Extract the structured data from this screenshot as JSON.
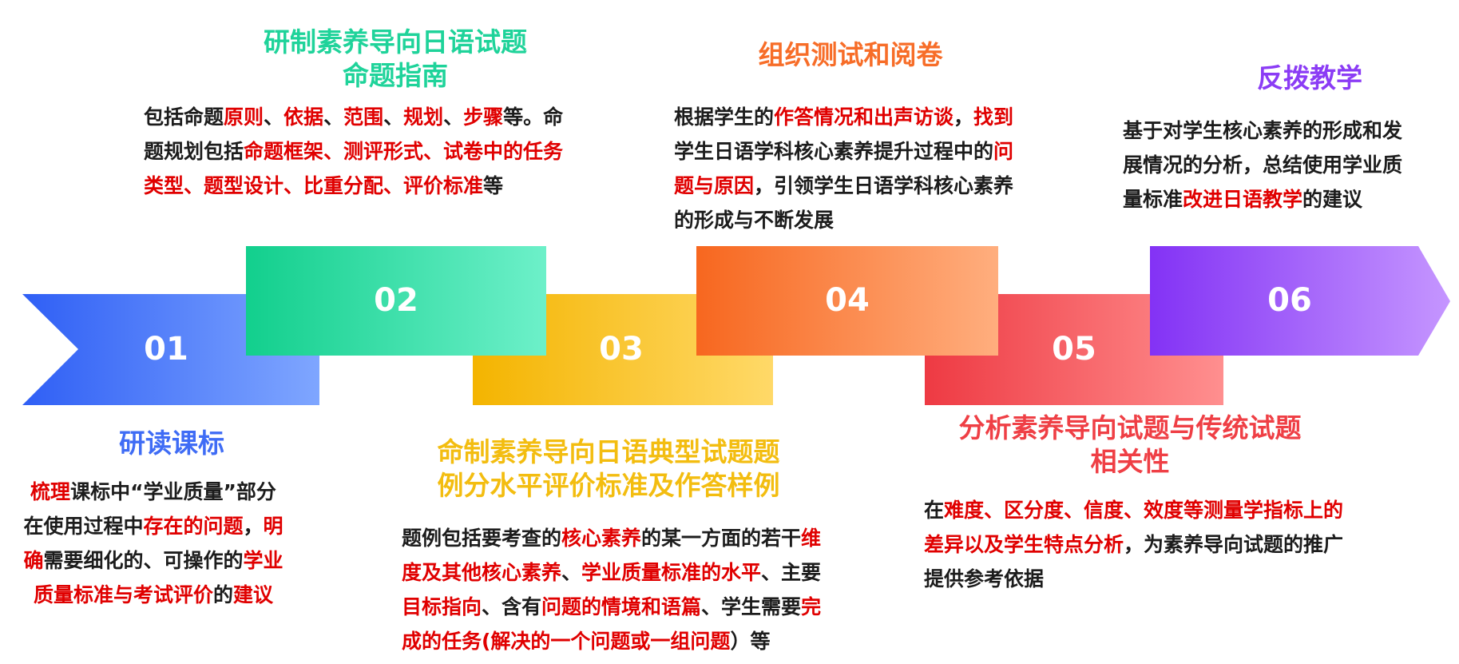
{
  "colors": {
    "step1": "#3f6cf5",
    "step2": "#1fd39a",
    "step3": "#f3bd10",
    "step4": "#f76d28",
    "step5": "#ef3f45",
    "step6": "#8b3cf5",
    "highlight": "#e00000",
    "body_text": "#1c1c1c"
  },
  "steps": [
    {
      "number": "01",
      "title_lines": [
        "研读课标"
      ],
      "desc_lines": [
        [
          {
            "t": "梳理",
            "h": true
          },
          {
            "t": "课标中“学业质量”部分",
            "h": false
          }
        ],
        [
          {
            "t": "在使用过程中",
            "h": false
          },
          {
            "t": "存在的问题",
            "h": true
          },
          {
            "t": "，",
            "h": false
          },
          {
            "t": "明",
            "h": true
          }
        ],
        [
          {
            "t": "确",
            "h": true
          },
          {
            "t": "需要细化的、可操作的",
            "h": false
          },
          {
            "t": "学业",
            "h": true
          }
        ],
        [
          {
            "t": "质量标准与考试评价",
            "h": true
          },
          {
            "t": "的",
            "h": false
          },
          {
            "t": "建议",
            "h": true
          }
        ]
      ]
    },
    {
      "number": "02",
      "title_lines": [
        "研制素养导向日语试题",
        "命题指南"
      ],
      "desc_lines": [
        [
          {
            "t": "包括命题",
            "h": false
          },
          {
            "t": "原则",
            "h": true
          },
          {
            "t": "、",
            "h": false
          },
          {
            "t": "依据",
            "h": true
          },
          {
            "t": "、",
            "h": false
          },
          {
            "t": "范围",
            "h": true
          },
          {
            "t": "、",
            "h": false
          },
          {
            "t": "规划",
            "h": true
          },
          {
            "t": "、",
            "h": false
          },
          {
            "t": "步骤",
            "h": true
          },
          {
            "t": "等。命",
            "h": false
          }
        ],
        [
          {
            "t": "题规划包括",
            "h": false
          },
          {
            "t": "命题框架、测评形式、试卷中的任务",
            "h": true
          }
        ],
        [
          {
            "t": "类型、题型设计、比重分配、评价标准",
            "h": true
          },
          {
            "t": "等",
            "h": false
          }
        ]
      ]
    },
    {
      "number": "03",
      "title_lines": [
        "命制素养导向日语典型试题题",
        "例分水平评价标准及作答样例"
      ],
      "desc_lines": [
        [
          {
            "t": "题例包括要考查的",
            "h": false
          },
          {
            "t": "核心素养",
            "h": true
          },
          {
            "t": "的某一方面的若干",
            "h": false
          },
          {
            "t": "维",
            "h": true
          }
        ],
        [
          {
            "t": "度及其他核心素养",
            "h": true
          },
          {
            "t": "、",
            "h": false
          },
          {
            "t": "学业质量标准的水平",
            "h": true
          },
          {
            "t": "、主要",
            "h": false
          }
        ],
        [
          {
            "t": "目标指向",
            "h": true
          },
          {
            "t": "、含有",
            "h": false
          },
          {
            "t": "问题的情境和语篇",
            "h": true
          },
          {
            "t": "、学生需要",
            "h": false
          },
          {
            "t": "完",
            "h": true
          }
        ],
        [
          {
            "t": "成的任务(解决的一个问题或一组问题",
            "h": true
          },
          {
            "t": "）等",
            "h": false
          }
        ]
      ]
    },
    {
      "number": "04",
      "title_lines": [
        "组织测试和阅卷"
      ],
      "desc_lines": [
        [
          {
            "t": "根据学生的",
            "h": false
          },
          {
            "t": "作答情况和出声访谈",
            "h": true
          },
          {
            "t": "，",
            "h": false
          },
          {
            "t": "找到",
            "h": true
          }
        ],
        [
          {
            "t": "学生日语学科核心素养提升过程中的",
            "h": false
          },
          {
            "t": "问",
            "h": true
          }
        ],
        [
          {
            "t": "题与原因",
            "h": true
          },
          {
            "t": "，引领学生日语学科核心素养",
            "h": false
          }
        ],
        [
          {
            "t": "的形成与不断发展",
            "h": false
          }
        ]
      ]
    },
    {
      "number": "05",
      "title_lines": [
        "分析素养导向试题与传统试题",
        "相关性"
      ],
      "desc_lines": [
        [
          {
            "t": "在",
            "h": false
          },
          {
            "t": "难度、区分度、信度、效度等测量学指标上的",
            "h": true
          }
        ],
        [
          {
            "t": "差异以及学生特点分析",
            "h": true
          },
          {
            "t": "，为素养导向试题的推广",
            "h": false
          }
        ],
        [
          {
            "t": "提供参考依据",
            "h": false
          }
        ]
      ]
    },
    {
      "number": "06",
      "title_lines": [
        "反拨教学"
      ],
      "desc_lines": [
        [
          {
            "t": "基于对学生核心素养的形成和发",
            "h": false
          }
        ],
        [
          {
            "t": "展情况的分析，总结使用学业质",
            "h": false
          }
        ],
        [
          {
            "t": "量标准",
            "h": false
          },
          {
            "t": "改进日语教学",
            "h": true
          },
          {
            "t": "的建议",
            "h": false
          }
        ]
      ]
    }
  ]
}
